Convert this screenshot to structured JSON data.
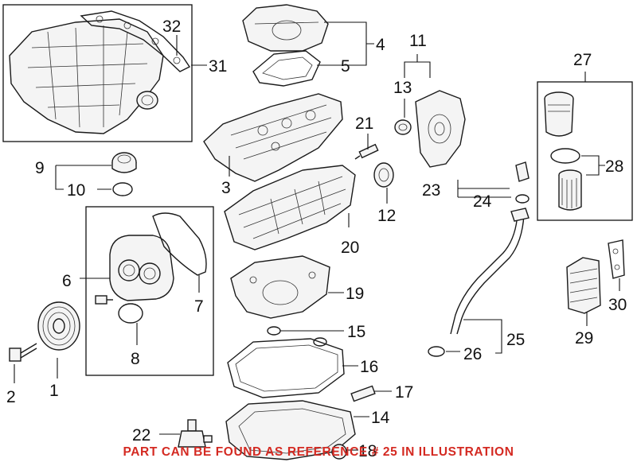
{
  "callouts": {
    "n1": "1",
    "n2": "2",
    "n3": "3",
    "n4": "4",
    "n5": "5",
    "n6": "6",
    "n7": "7",
    "n8": "8",
    "n9": "9",
    "n10": "10",
    "n11": "11",
    "n12": "12",
    "n13": "13",
    "n14": "14",
    "n15": "15",
    "n16": "16",
    "n17": "17",
    "n18": "18",
    "n19": "19",
    "n20": "20",
    "n21": "21",
    "n22": "22",
    "n23": "23",
    "n24": "24",
    "n25": "25",
    "n26": "26",
    "n27": "27",
    "n28": "28",
    "n29": "29",
    "n30": "30",
    "n31": "31",
    "n32": "32"
  },
  "notice": "PART CAN BE FOUND AS REFERENCE # 25 IN ILLUSTRATION",
  "colors": {
    "notice": "#d42a22",
    "lines": "#111111",
    "background": "#ffffff"
  }
}
